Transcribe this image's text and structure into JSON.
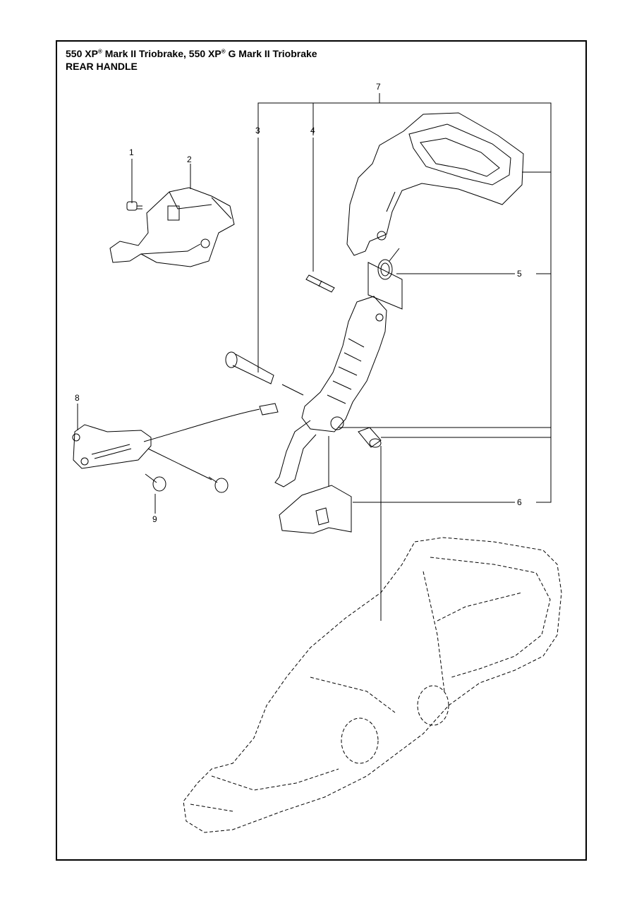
{
  "header": {
    "line1_a": "550 XP",
    "reg_mark_1": "®",
    "line1_b": " Mark II Triobrake, 550 XP",
    "reg_mark_2": "®",
    "line1_c": " G Mark II Triobrake",
    "line2": "REAR HANDLE"
  },
  "callouts": [
    "1",
    "2",
    "3",
    "4",
    "5",
    "6",
    "7",
    "8",
    "9"
  ]
}
